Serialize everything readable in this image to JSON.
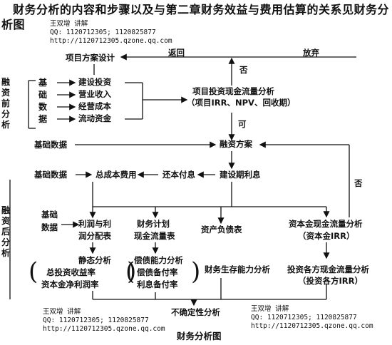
{
  "header": {
    "title_line1": "财务分析的内容和步骤以及与第二章财务效益与费用估算的关系见财务分",
    "title_line2": "析图"
  },
  "credit_top": {
    "author": "王双增 讲解",
    "qq": "QQ: 1120712305; 1120825877",
    "url": "http://1120712305.qzone.qq.com"
  },
  "credit_bottom_left": {
    "author": "王双增 讲解",
    "qq": "QQ: 1120712305; 1120825877",
    "url": "http://1120712305.qzone.qq.com"
  },
  "credit_bottom_right": {
    "author": "王双增 讲解",
    "qq": "QQ: 1120712305; 1120825877",
    "url": "http://1120712305.qzone.qq.com"
  },
  "nodes": {
    "project_design": "项目方案设计",
    "back": "返回",
    "abandon": "放弃",
    "no_top": "否",
    "ke": "可",
    "no_right": "否",
    "construction_investment": "建设投资",
    "operating_income": "营业收入",
    "operating_cost": "经营成本",
    "working_capital": "流动资金",
    "cashflow_title": "项目投资现金流量分析",
    "cashflow_sub": "（项目IRR、NPV、回收期）",
    "basic_data_1": "基础数据",
    "financing_plan": "融资方案",
    "basic_data_2": "基础数据",
    "total_cost": "总成本费用",
    "repayment_interest": "还本付息",
    "construction_interest": "建设期利息",
    "basic_data_3a": "基础",
    "basic_data_3b": "数据",
    "profit_1": "利润与利",
    "profit_2": "润分配表",
    "financial_plan_1": "财务计划",
    "financial_plan_2": "现金流量表",
    "balance_sheet": "资产负债表",
    "capital_cashflow_1": "资本金现金流量分析",
    "capital_cashflow_2": "（资本金IRR）",
    "static_1": "静态分析",
    "static_2": "总投资收益率",
    "static_3": "资本金净利润率",
    "solvency_1": "偿债能力分析",
    "solvency_2": "偿债备付率",
    "solvency_3": "利息备付率",
    "survival": "财务生存能力分析",
    "investor_1": "投资各方现金流量分析",
    "investor_2": "（投资各方IRR）",
    "uncertainty": "不确定性分析"
  },
  "vertical_labels": {
    "pre_financing": "融资前分析",
    "basic_data_v": "基础数据",
    "post_financing": "融资后分析"
  },
  "caption": "财务分析图"
}
